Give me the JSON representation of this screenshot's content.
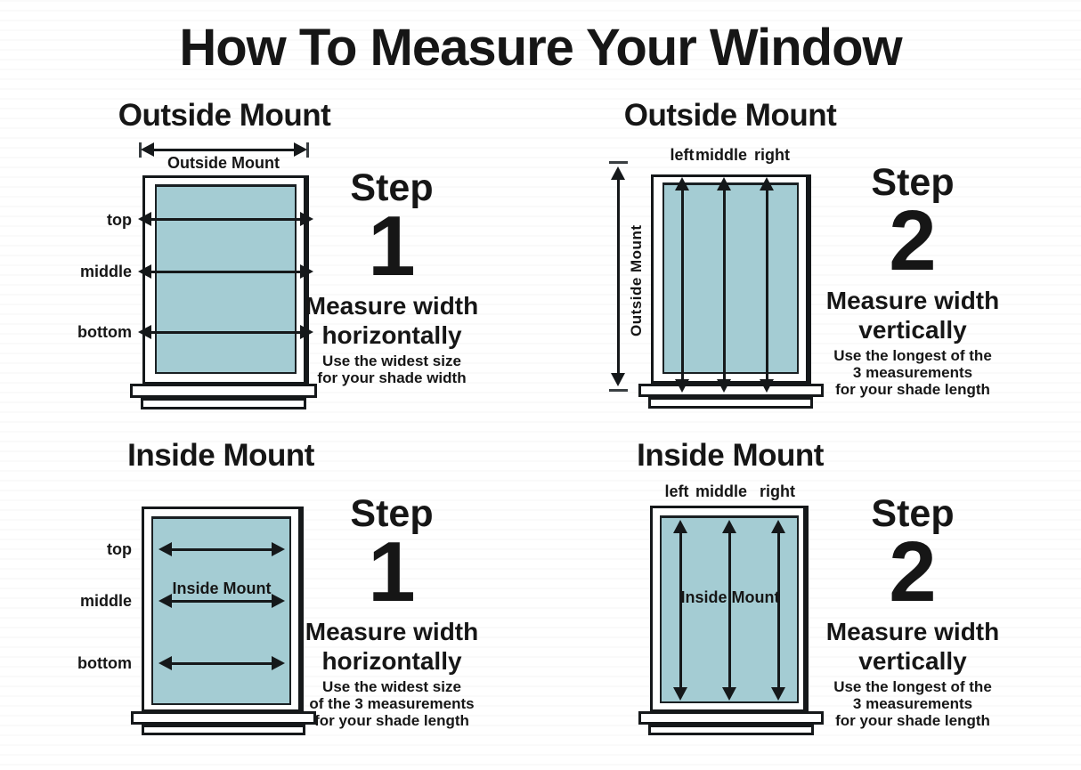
{
  "title": "How To Measure Your Window",
  "colors": {
    "glass": "#a4ccd3",
    "ink": "#161616"
  },
  "outside_horizontal": {
    "heading": "Outside Mount",
    "measure_label": "Outside Mount",
    "row_labels": [
      "top",
      "middle",
      "bottom"
    ],
    "step_word": "Step",
    "step_number": "1",
    "measure_line1": "Measure width",
    "measure_line2": "horizontally",
    "note_lines": [
      "Use the widest size",
      "for your shade width"
    ]
  },
  "outside_vertical": {
    "heading": "Outside Mount",
    "col_labels": [
      "left",
      "middle",
      "right"
    ],
    "side_label": "Outside Mount",
    "step_word": "Step",
    "step_number": "2",
    "measure_line1": "Measure width",
    "measure_line2": "vertically",
    "note_lines": [
      "Use the longest of the",
      "3 measurements",
      "for your shade length"
    ]
  },
  "inside_horizontal": {
    "heading": "Inside Mount",
    "inner_label": "Inside Mount",
    "row_labels": [
      "top",
      "middle",
      "bottom"
    ],
    "step_word": "Step",
    "step_number": "1",
    "measure_line1": "Measure width",
    "measure_line2": "horizontally",
    "note_lines": [
      "Use the widest size",
      "of the 3 measurements",
      "for your shade length"
    ]
  },
  "inside_vertical": {
    "heading": "Inside Mount",
    "col_labels": [
      "left",
      "middle",
      "right"
    ],
    "inner_label": "Inside Mount",
    "step_word": "Step",
    "step_number": "2",
    "measure_line1": "Measure width",
    "measure_line2": "vertically",
    "note_lines": [
      "Use the longest of the",
      "3 measurements",
      "for your shade length"
    ]
  }
}
